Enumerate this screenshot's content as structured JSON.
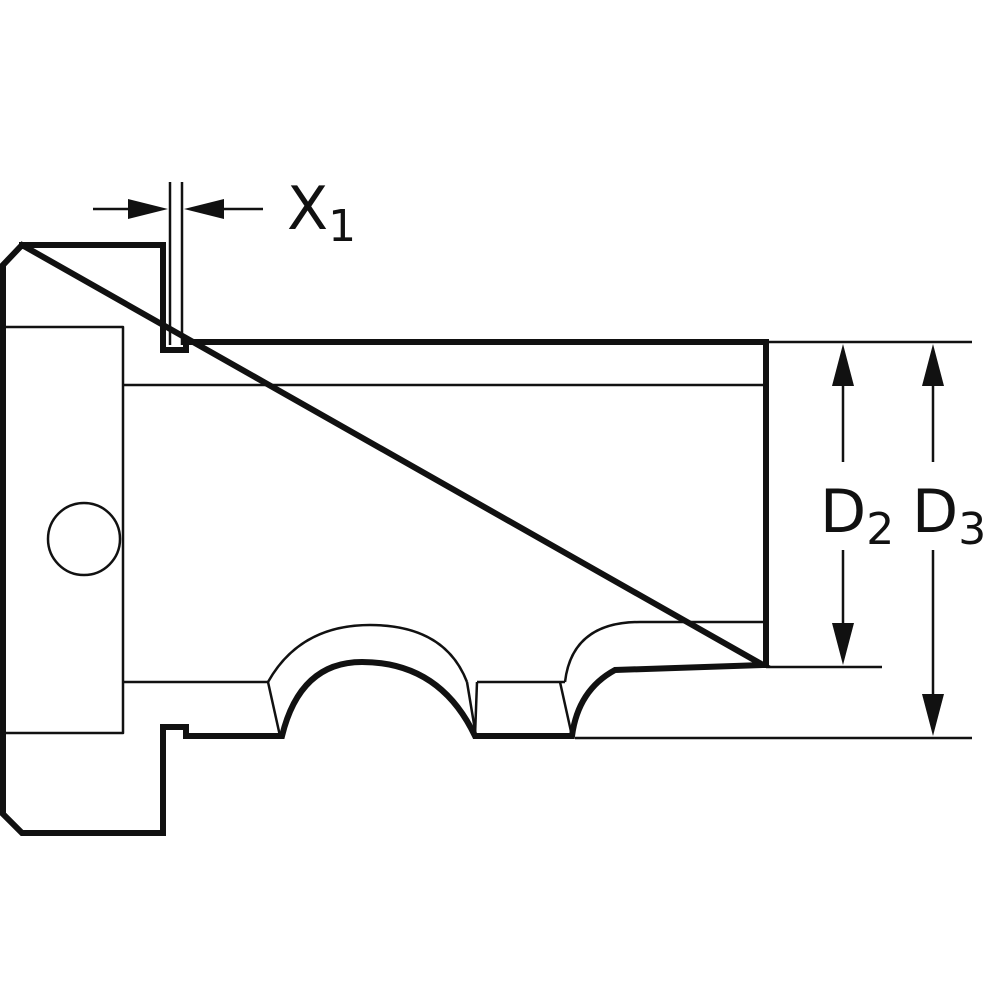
{
  "labels": {
    "x1": {
      "main": "X",
      "sub": "1"
    },
    "d2": {
      "main": "D",
      "sub": "2"
    },
    "d3": {
      "main": "D",
      "sub": "3"
    }
  },
  "colors": {
    "line": "#111111",
    "background": "#ffffff"
  }
}
